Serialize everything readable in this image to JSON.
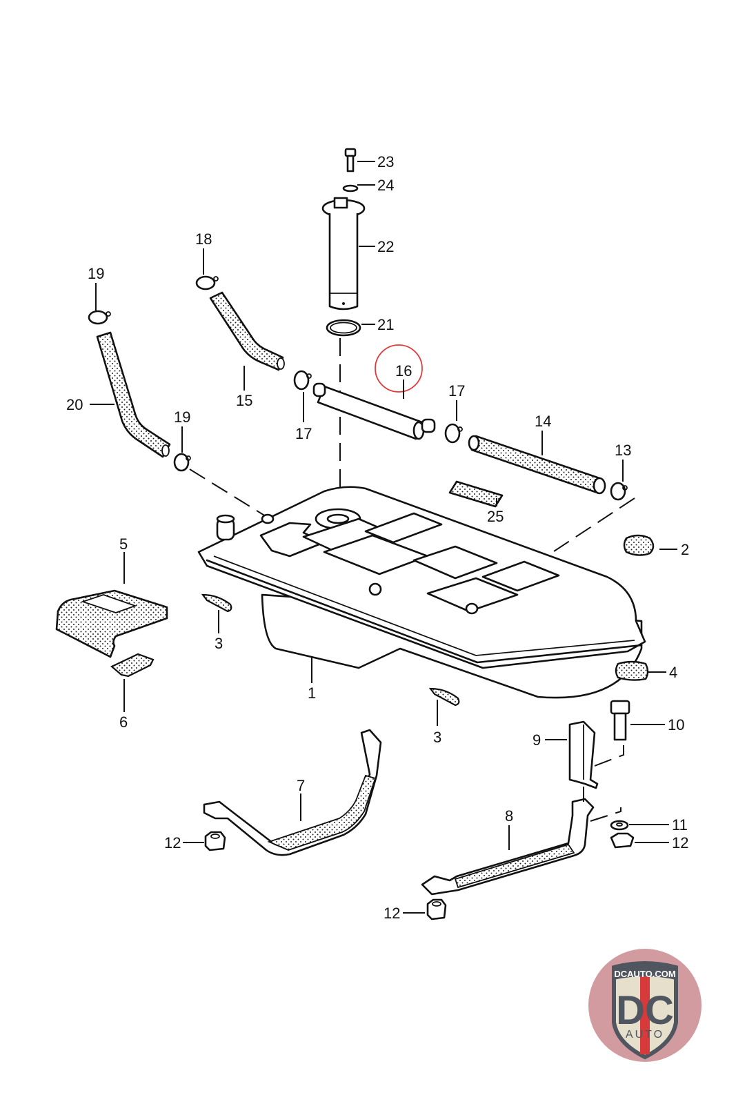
{
  "diagram": {
    "subject": "Fuel tank assembly exploded view",
    "highlighted_part": "16",
    "highlight_color": "#e03a3a",
    "callouts": [
      {
        "id": "c1",
        "label": "1"
      },
      {
        "id": "c2",
        "label": "2"
      },
      {
        "id": "c3a",
        "label": "3"
      },
      {
        "id": "c3b",
        "label": "3"
      },
      {
        "id": "c4",
        "label": "4"
      },
      {
        "id": "c5",
        "label": "5"
      },
      {
        "id": "c6",
        "label": "6"
      },
      {
        "id": "c7",
        "label": "7"
      },
      {
        "id": "c8",
        "label": "8"
      },
      {
        "id": "c9",
        "label": "9"
      },
      {
        "id": "c10",
        "label": "10"
      },
      {
        "id": "c11",
        "label": "11"
      },
      {
        "id": "c12a",
        "label": "12"
      },
      {
        "id": "c12b",
        "label": "12"
      },
      {
        "id": "c12c",
        "label": "12"
      },
      {
        "id": "c13",
        "label": "13"
      },
      {
        "id": "c14",
        "label": "14"
      },
      {
        "id": "c15",
        "label": "15"
      },
      {
        "id": "c16",
        "label": "16"
      },
      {
        "id": "c17a",
        "label": "17"
      },
      {
        "id": "c17b",
        "label": "17"
      },
      {
        "id": "c18",
        "label": "18"
      },
      {
        "id": "c19a",
        "label": "19"
      },
      {
        "id": "c19b",
        "label": "19"
      },
      {
        "id": "c20",
        "label": "20"
      },
      {
        "id": "c21",
        "label": "21"
      },
      {
        "id": "c22",
        "label": "22"
      },
      {
        "id": "c23",
        "label": "23"
      },
      {
        "id": "c24",
        "label": "24"
      },
      {
        "id": "c25",
        "label": "25"
      }
    ]
  },
  "watermark": {
    "site": "DCAUTO.COM",
    "monogram": "DC",
    "word": "AUTO",
    "colors": {
      "badge": "#c8868a",
      "shield": "#e8e2cf",
      "text": "#4f5660",
      "stripe": "#d63a3a"
    }
  }
}
